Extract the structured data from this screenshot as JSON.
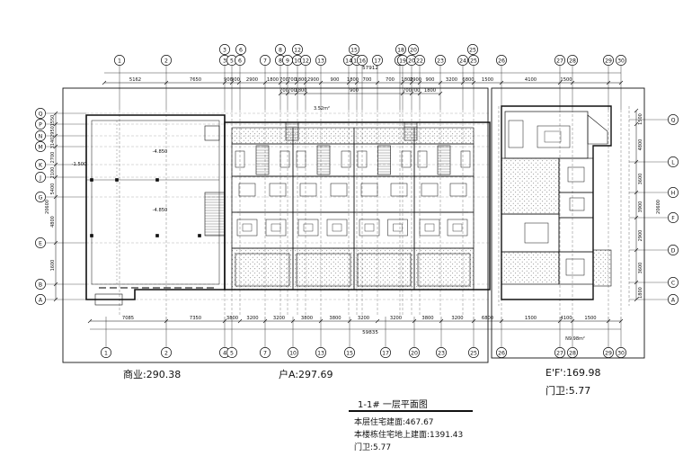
{
  "axes": {
    "top": [
      "1",
      "2",
      "3",
      "4",
      "5",
      "6",
      "7",
      "8",
      "9",
      "10",
      "11",
      "12",
      "13",
      "14",
      "15",
      "16",
      "17",
      "18",
      "19",
      "20",
      "21",
      "22",
      "23",
      "24",
      "25",
      "26",
      "27",
      "28",
      "29",
      "30"
    ],
    "bottom": [
      "1",
      "2",
      "4",
      "5",
      "7",
      "10",
      "13",
      "15",
      "17",
      "20",
      "23",
      "25",
      "26",
      "27",
      "28",
      "29",
      "30"
    ],
    "left": [
      "Q",
      "P",
      "N",
      "M",
      "K",
      "J",
      "G",
      "E",
      "B",
      "A"
    ],
    "right": [
      "Q",
      "L",
      "H",
      "F",
      "D",
      "C",
      "A"
    ]
  },
  "dims": {
    "top_row1": [
      "5162",
      "7650",
      "900",
      "900",
      "2900",
      "1800",
      "700",
      "700",
      "1800",
      "2900",
      "900",
      "1800",
      "700",
      "700",
      "1800",
      "2900",
      "900",
      "3200",
      "6800",
      "1500",
      "4100",
      "1500"
    ],
    "top_row2": [
      "700",
      "700",
      "1800",
      "900",
      "700",
      "700",
      "1800"
    ],
    "top_total": "57912",
    "bottom_row": [
      "7085",
      "7350",
      "3800",
      "3200",
      "3200",
      "3800",
      "3800",
      "3200",
      "3200",
      "3800",
      "3200",
      "6800",
      "1500",
      "4100",
      "1500"
    ],
    "bottom_total": "59835",
    "left": [
      "1550",
      "2950",
      "3140",
      "2700",
      "2100",
      "5400",
      "4800",
      "1600"
    ],
    "left_total": "20600",
    "right": [
      "1500",
      "4800",
      "3600",
      "3900",
      "2900",
      "3600",
      "1800"
    ],
    "right_total": "20600"
  },
  "room_labels": {
    "level_a": "-4.850",
    "level_b": "-4.850",
    "level_c": "-1.500",
    "area_note": "3.52m²",
    "east_note": "N9.98m²"
  },
  "block_labels": {
    "shop": "商业:290.38",
    "house_a": "户A:297.69",
    "house_ef": "E'F':169.98",
    "guard": "门卫:5.77"
  },
  "title": "1-1# 一层平面图",
  "summary": {
    "line1": "本层住宅建面:467.67",
    "line2": "本楼栋住宅地上建面:1391.43",
    "line3": "门卫:5.77"
  }
}
